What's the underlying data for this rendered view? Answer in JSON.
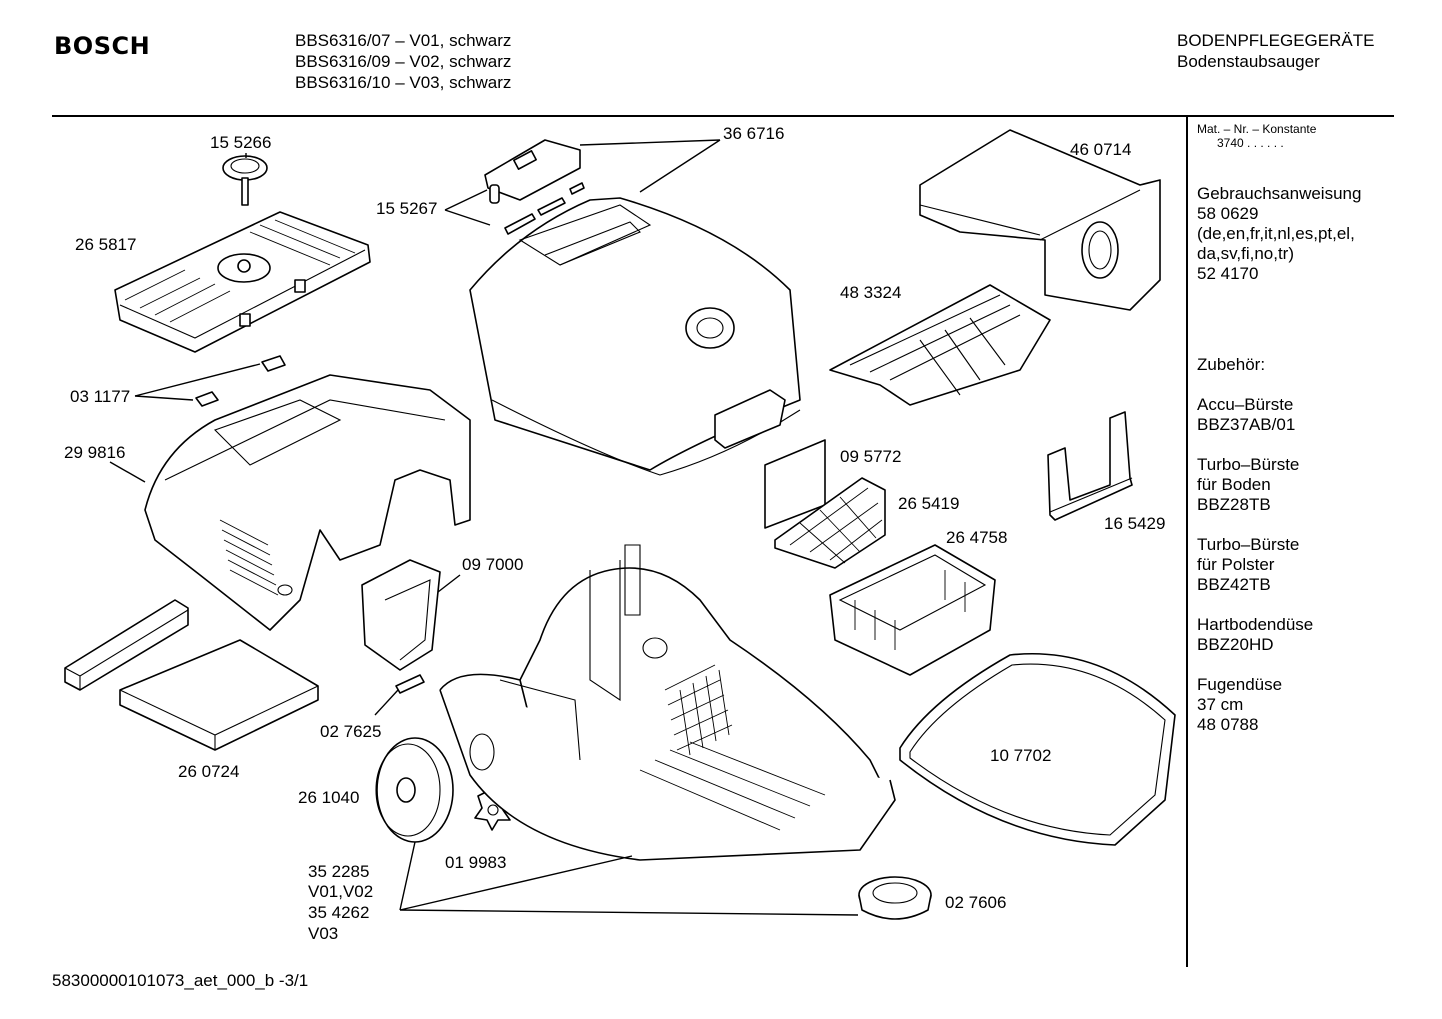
{
  "header": {
    "brand": "BOSCH",
    "models": [
      "BBS6316/07 – V01, schwarz",
      "BBS6316/09 – V02, schwarz",
      "BBS6316/10 – V03, schwarz"
    ],
    "category": "BODENPFLEGEGERÄTE",
    "subcategory": "Bodenstaubsauger"
  },
  "sidebar": {
    "mat_header": "Mat. – Nr. – Konstante",
    "mat_value": "3740 . . . . . .",
    "manual": {
      "title": "Gebrauchsanweisung",
      "number": "58 0629",
      "languages_1": "(de,en,fr,it,nl,es,pt,el,",
      "languages_2": "da,sv,fi,no,tr)",
      "number_2": "52 4170"
    },
    "accessories_title": "Zubehör:",
    "accessories": [
      {
        "line1": "Accu–Bürste",
        "line2": "BBZ37AB/01"
      },
      {
        "line1": "Turbo–Bürste",
        "line2": "für Boden",
        "line3": "BBZ28TB"
      },
      {
        "line1": "Turbo–Bürste",
        "line2": "für Polster",
        "line3": "BBZ42TB"
      },
      {
        "line1": "Hartbodendüse",
        "line2": "BBZ20HD"
      },
      {
        "line1": "Fugendüse",
        "line2": "37 cm",
        "line3": "48 0788"
      }
    ]
  },
  "parts": {
    "p155266": "15 5266",
    "p265817": "26 5817",
    "p155267": "15 5267",
    "p366716": "36 6716",
    "p460714": "46 0714",
    "p483324": "48 3324",
    "p031177": "03 1177",
    "p299816": "29 9816",
    "p095772": "09 5772",
    "p265419": "26 5419",
    "p264758": "26 4758",
    "p165429": "16 5429",
    "p097000": "09 7000",
    "p260724": "26 0724",
    "p027625": "02 7625",
    "p261040": "26 1040",
    "p019983": "01 9983",
    "p107702": "10 7702",
    "p352285": "35 2285",
    "v0102": "V01,V02",
    "p354262": "35 4262",
    "v03": "V03",
    "p027606": "02 7606"
  },
  "footer": {
    "doc_id": "58300000101073_aet_000_b",
    "page": "-3/1"
  }
}
